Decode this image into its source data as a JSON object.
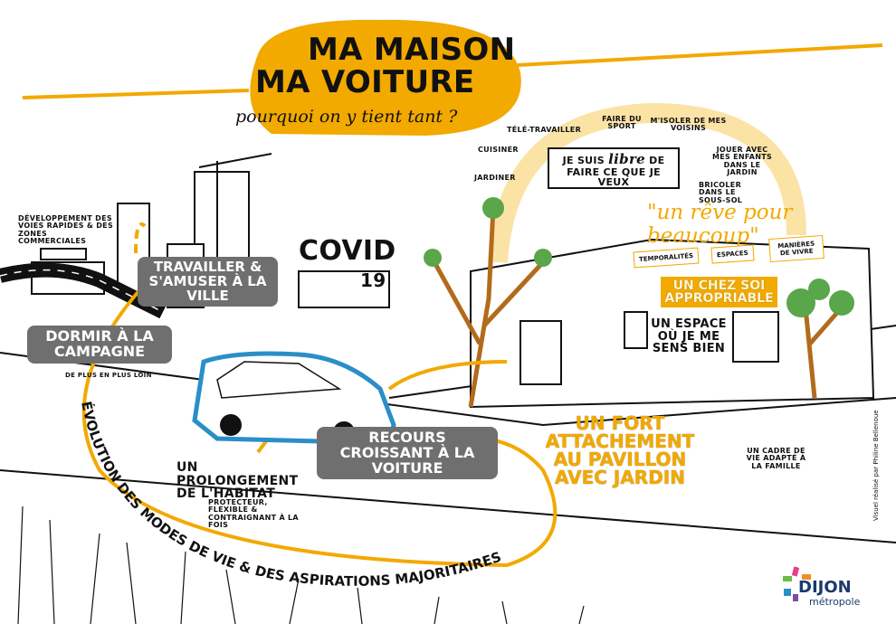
{
  "title": {
    "line1": "MA MAISON",
    "line2": "MA VOITURE",
    "subtitle": "pourquoi on y tient tant ?"
  },
  "speech_bubble": {
    "before": "JE SUIS",
    "emph": "libre",
    "after": "DE",
    "line2": "FAIRE CE QUE JE VEUX"
  },
  "activities": [
    "CUISINER",
    "TÉLÉ-TRAVAILLER",
    "FAIRE DU SPORT",
    "M'ISOLER DE MES VOISINS",
    "JOUER AVEC MES ENFANTS DANS LE JARDIN",
    "JARDINER",
    "BRICOLER DANS LE SOUS-SOL"
  ],
  "dream": "\"un rêve pour beaucoup\"",
  "dimensions": [
    "TEMPORALITÉS",
    "ESPACES",
    "MANIÈRES DE VIVRE"
  ],
  "chez_soi": "UN CHEZ SOI APPROPRIABLE",
  "espace": "UN ESPACE OÙ JE ME SENS BIEN",
  "cadre": "UN CADRE DE VIE ADAPTÉ À LA FAMILLE",
  "attachement": "UN FORT ATTACHEMENT AU PAVILLON AVEC JARDIN",
  "recours": "RECOURS CROISSANT À LA VOITURE",
  "prolongement": {
    "title": "UN PROLONGEMENT DE L'HABITAT",
    "detail": "PROTECTEUR, FLEXIBLE & CONTRAIGNANT À LA FOIS"
  },
  "travailler": "TRAVAILLER & S'AMUSER À LA VILLE",
  "dormir": {
    "title": "DORMIR À LA CAMPAGNE",
    "detail": "DE PLUS EN PLUS LOIN"
  },
  "covid": {
    "word": "COVID",
    "num": "19"
  },
  "developpement": "DÉVELOPPEMENT DES VOIES RAPIDES & DES ZONES COMMERCIALES",
  "evolution": "ÉVOLUTION DES MODES DE VIE & DES ASPIRATIONS MAJORITAIRES",
  "credit": "Visuel réalisé par Philine Bellenoue",
  "logo": {
    "name": "DIJON",
    "sub": "métropole"
  },
  "colors": {
    "accent": "#f2a900",
    "grey": "#6f6f6f",
    "car_outline": "#2a8fc8"
  }
}
